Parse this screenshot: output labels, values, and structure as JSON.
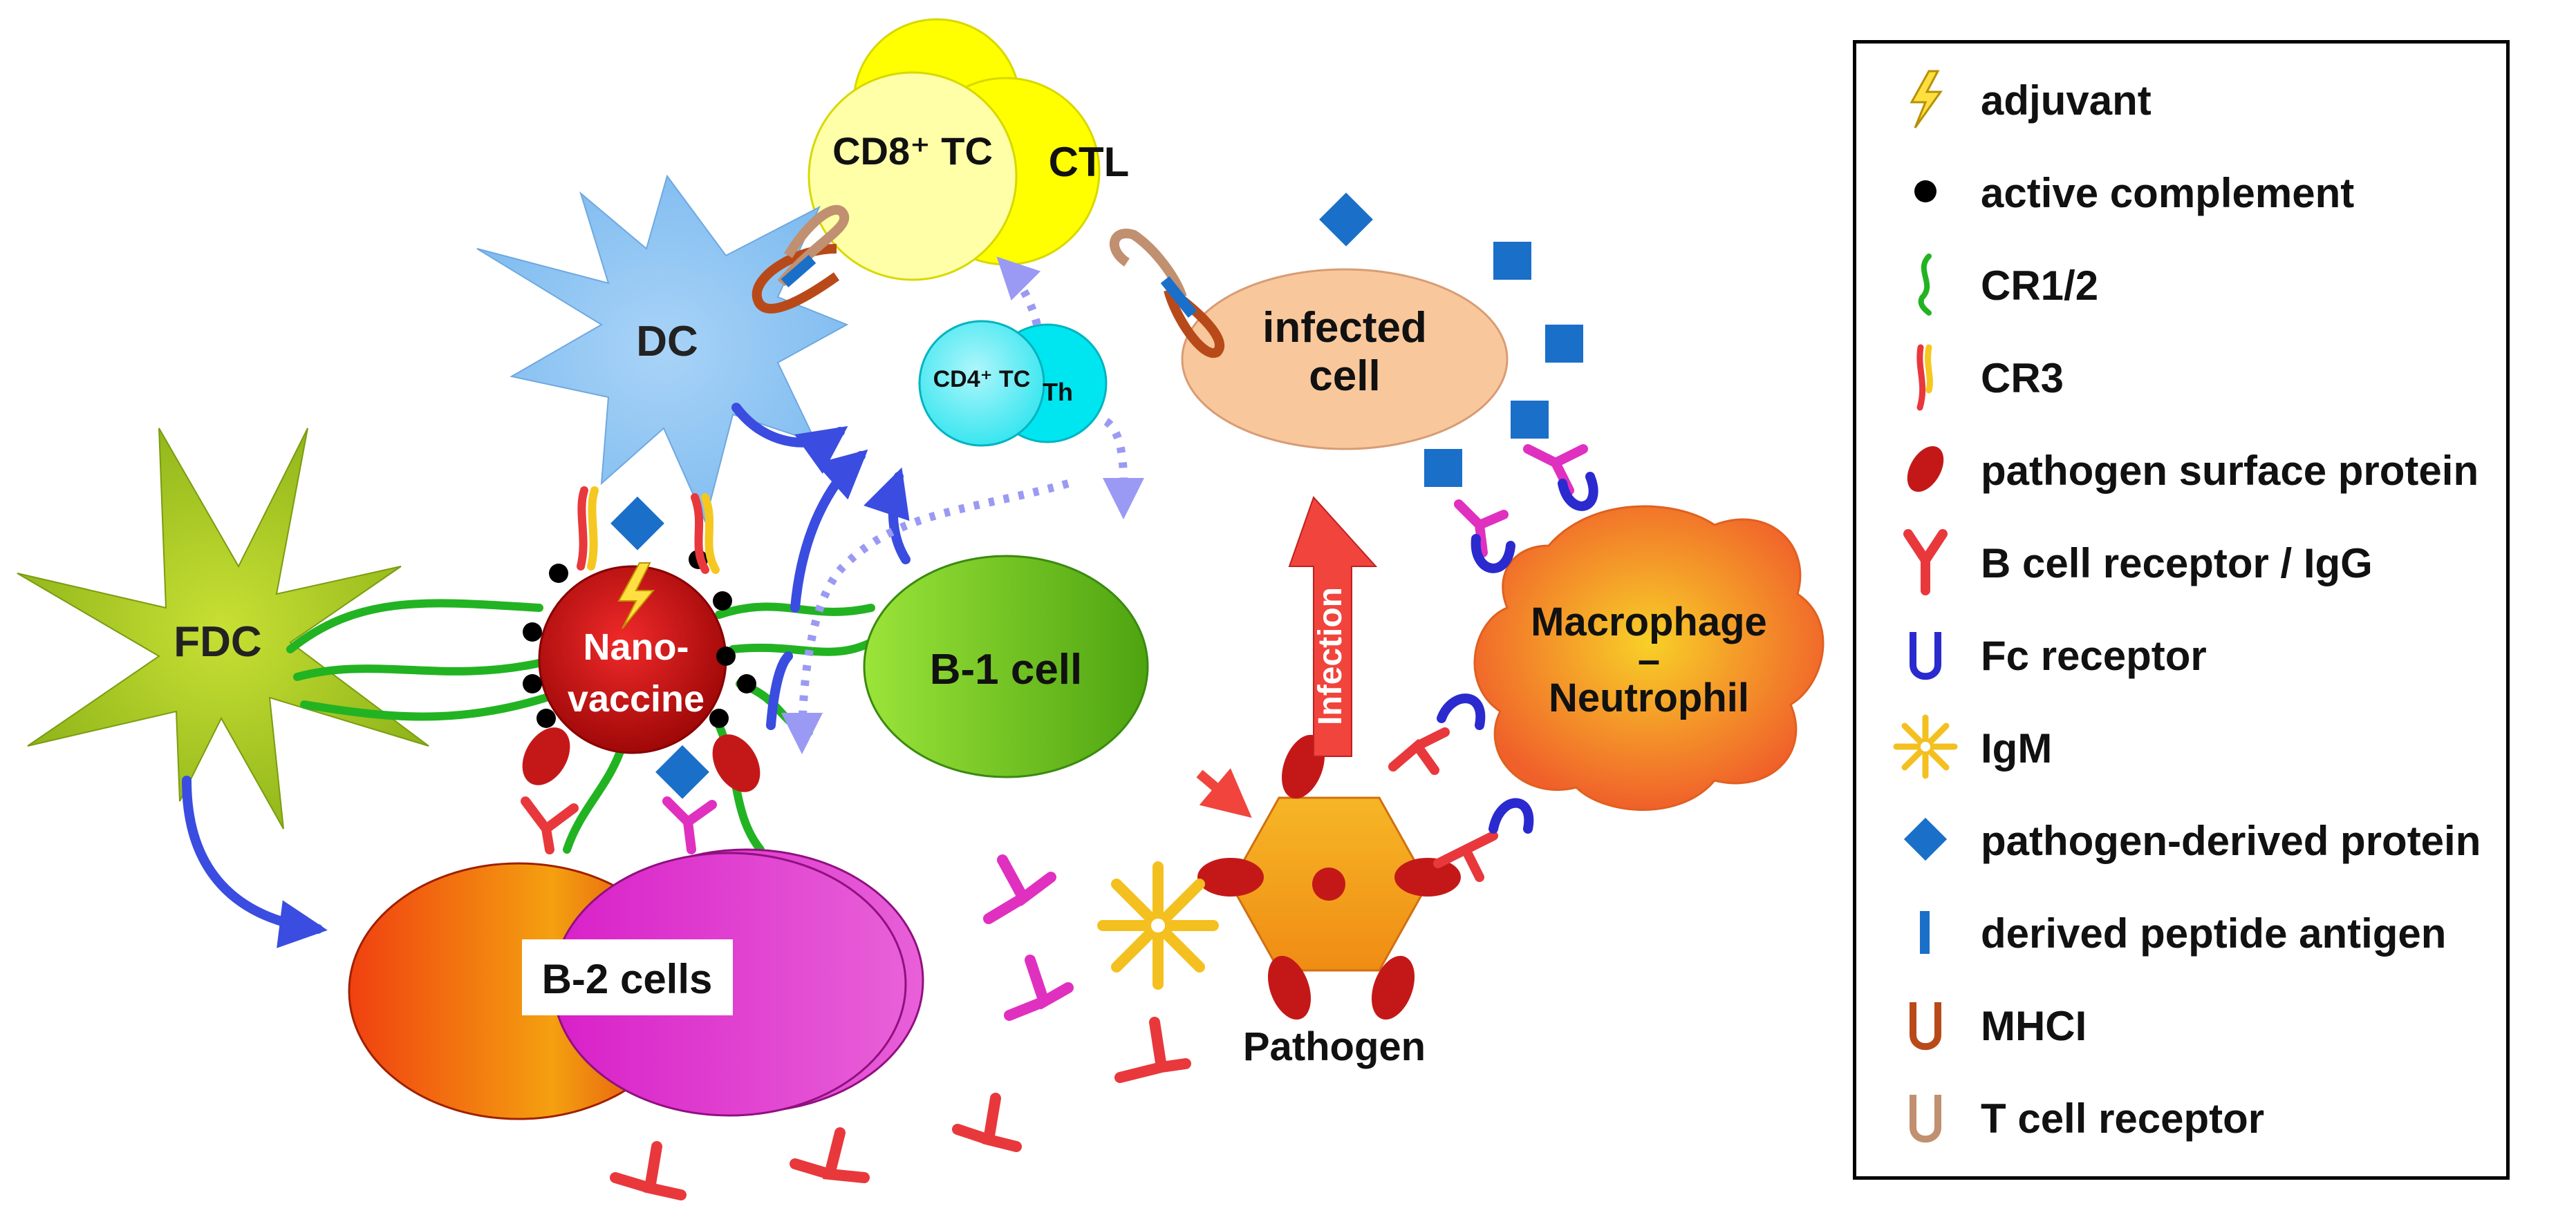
{
  "diagram": {
    "cells": {
      "cd8": "CD8⁺ TC",
      "ctl": "CTL",
      "dc": "DC",
      "cd4": "CD4⁺ TC",
      "th": "Th",
      "infected_cell": [
        "infected",
        "cell"
      ],
      "fdc": "FDC",
      "nanovaccine": [
        "Nano-",
        "vaccine"
      ],
      "b1": "B-1 cell",
      "macrophage": [
        "Macrophage",
        "–",
        "Neutrophil"
      ],
      "b2": "B-2 cells",
      "pathogen": "Pathogen"
    },
    "arrows": {
      "infection": "Infection"
    }
  },
  "legend": {
    "items": [
      {
        "icon": "adjuvant-icon",
        "label": "adjuvant"
      },
      {
        "icon": "active-complement-icon",
        "label": "active complement"
      },
      {
        "icon": "cr12-icon",
        "label": "CR1/2"
      },
      {
        "icon": "cr3-icon",
        "label": "CR3"
      },
      {
        "icon": "pathogen-surface-protein-icon",
        "label": "pathogen surface protein"
      },
      {
        "icon": "b-cell-receptor-icon",
        "label": "B cell receptor / IgG"
      },
      {
        "icon": "fc-receptor-icon",
        "label": "Fc receptor"
      },
      {
        "icon": "igm-icon",
        "label": "IgM"
      },
      {
        "icon": "pathogen-derived-protein-icon",
        "label": "pathogen-derived protein"
      },
      {
        "icon": "derived-peptide-antigen-icon",
        "label": "derived peptide antigen"
      },
      {
        "icon": "mhci-icon",
        "label": "MHCI"
      },
      {
        "icon": "t-cell-receptor-icon",
        "label": "T cell receptor"
      }
    ]
  },
  "colors": {
    "blue_arrow": "#3a4de0",
    "dashed_arrow": "#8f8ff0",
    "infection_arrow": "#f0443c",
    "green_link": "#22b322",
    "igg_red": "#e8383c",
    "igg_magenta": "#e030c0",
    "fc_blue": "#2a2acf",
    "protein_blue": "#1a6fc9",
    "surface_protein": "#c41818"
  }
}
